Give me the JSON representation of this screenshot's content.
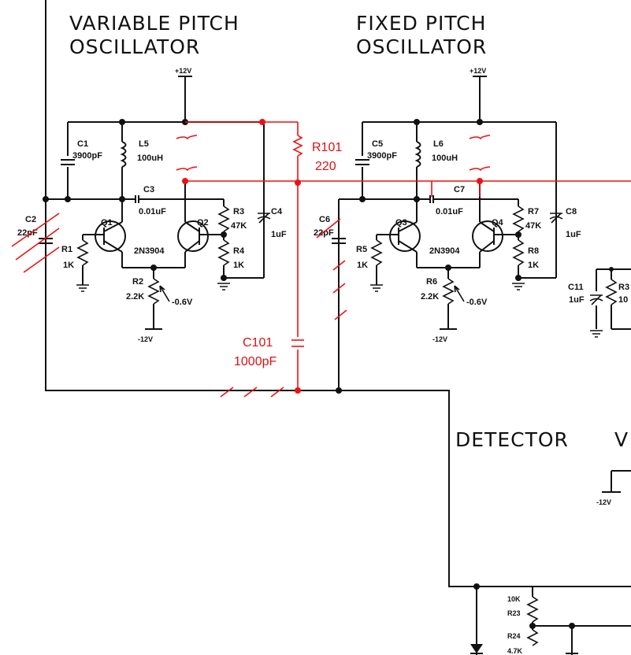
{
  "titles": {
    "variable_1": "VARIABLE PITCH",
    "variable_2": "OSCILLATOR",
    "fixed_1": "FIXED PITCH",
    "fixed_2": "OSCILLATOR",
    "detector": "DETECTOR",
    "cut_right": "V"
  },
  "supplies": {
    "vpos_left": "+12V",
    "vpos_right": "+12V",
    "vneg_left": "-12V",
    "vneg_right": "-12V",
    "vneg_detector": "-12V"
  },
  "variable": {
    "c1_name": "C1",
    "c1_val": "3900pF",
    "l5_name": "L5",
    "l5_val": "100uH",
    "c3_name": "C3",
    "c3_val": "0.01uF",
    "c2_name": "C2",
    "c2_val": "22pF",
    "q1": "Q1",
    "q2": "Q2",
    "transistor": "2N3904",
    "r1_name": "R1",
    "r1_val": "1K",
    "r2_name": "R2",
    "r2_val": "2.2K",
    "r3_name": "R3",
    "r3_val": "47K",
    "r4_name": "R4",
    "r4_val": "1K",
    "c4_name": "C4",
    "c4_val": "1uF",
    "bias": "-0.6V"
  },
  "fixed": {
    "c5_name": "C5",
    "c5_val": "3900pF",
    "l6_name": "L6",
    "l6_val": "100uH",
    "c7_name": "C7",
    "c7_val": "0.01uF",
    "c6_name": "C6",
    "c6_val": "22pF",
    "q3": "Q3",
    "q4": "Q4",
    "transistor": "2N3904",
    "r5_name": "R5",
    "r5_val": "1K",
    "r6_name": "R6",
    "r6_val": "2.2K",
    "r7_name": "R7",
    "r7_val": "47K",
    "r8_name": "R8",
    "r8_val": "1K",
    "c8_name": "C8",
    "c8_val": "1uF",
    "bias": "-0.6V"
  },
  "right_partial": {
    "c11_name": "C11",
    "c11_val": "1uF",
    "r3x": "R3",
    "r3x_val": "10"
  },
  "detector": {
    "r23_val": "10K",
    "r23_name": "R23",
    "r24_name": "R24",
    "r24_val": "4.7K"
  },
  "added_parts": {
    "r101_name": "R101",
    "r101_val": "220",
    "c101_name": "C101",
    "c101_val": "1000pF"
  },
  "colors": {
    "ink": "#111111",
    "modification": "#ee1111",
    "background": "#ffffff"
  }
}
